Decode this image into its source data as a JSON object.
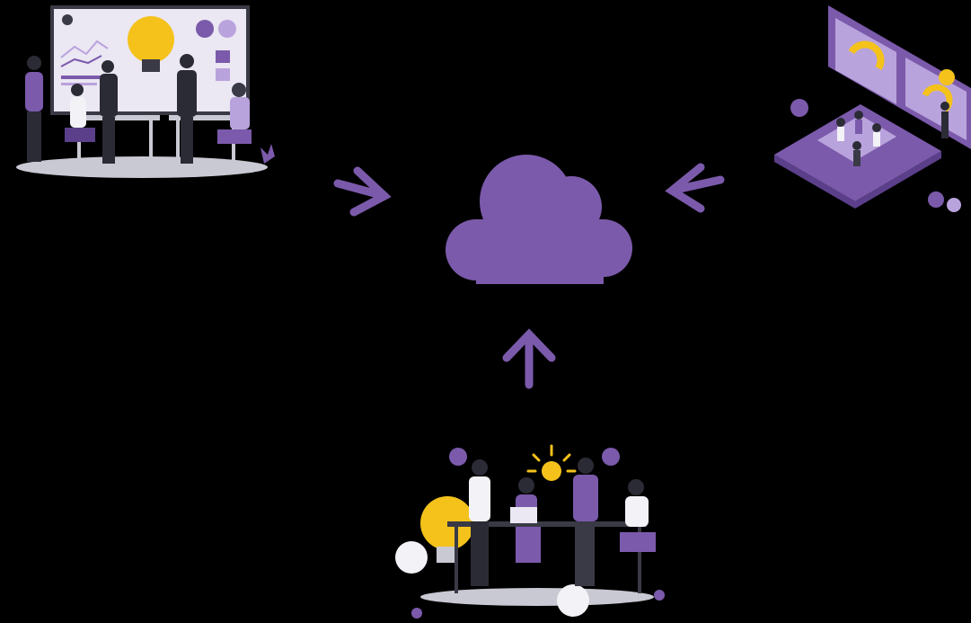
{
  "canvas": {
    "background": "#000000"
  },
  "colors": {
    "purple": "#7b5aab",
    "purple_dark": "#5b3f8a",
    "purple_light": "#b9a3dc",
    "yellow": "#f4c21b",
    "yellow_light": "#ffe07a",
    "skin": "#f1b48a",
    "hair": "#2b2b36",
    "shirt_white": "#f2f2f7",
    "grey": "#c9c9d4",
    "grey_dark": "#3a3a46",
    "screen": "#ebe7f3"
  },
  "nodes": {
    "center": {
      "icon": "cloud-icon"
    },
    "top_left": {
      "icon": "team-presentation-illustration"
    },
    "top_right": {
      "icon": "isometric-dashboard-illustration"
    },
    "bottom": {
      "icon": "team-brainstorm-illustration"
    }
  },
  "arrows": [
    {
      "from": "top_left",
      "to": "center",
      "icon": "arrow-icon"
    },
    {
      "from": "top_right",
      "to": "center",
      "icon": "arrow-icon"
    },
    {
      "from": "bottom",
      "to": "center",
      "icon": "arrow-icon"
    }
  ]
}
